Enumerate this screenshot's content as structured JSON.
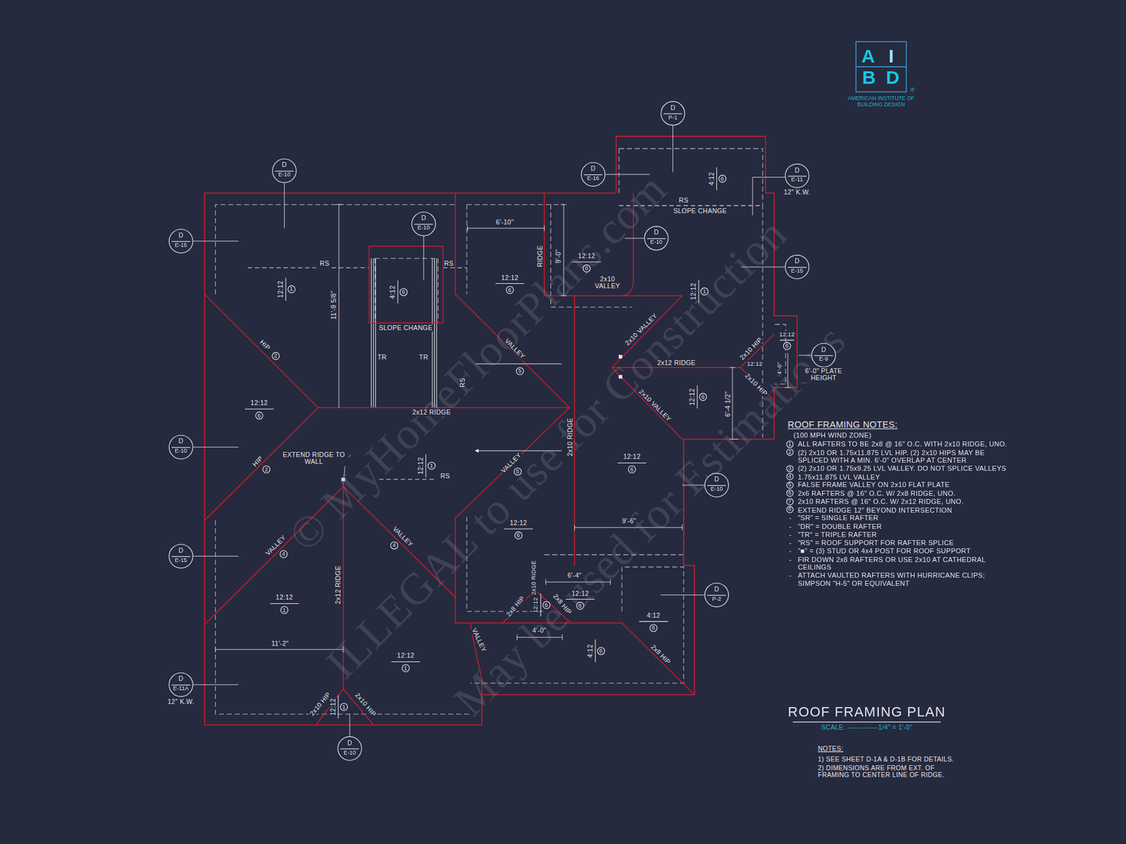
{
  "diagram": {
    "title": "ROOF FRAMING PLAN",
    "nodes": [
      {
        "text": [
          "D",
          "E-10"
        ]
      },
      {
        "text": [
          "D",
          "E-15"
        ]
      },
      {
        "text": [
          "D",
          "E-10"
        ]
      },
      {
        "text": [
          "D",
          "P-1"
        ]
      },
      {
        "text": [
          "D",
          "E-16"
        ]
      },
      {
        "text": [
          "D",
          "E-11"
        ]
      },
      {
        "text": [
          "D",
          "E-10"
        ]
      },
      {
        "text": [
          "D",
          "E-15"
        ]
      },
      {
        "text": [
          "D",
          "E-9"
        ]
      },
      {
        "text": [
          "D",
          "E-10"
        ]
      },
      {
        "text": [
          "D",
          "E-10"
        ]
      },
      {
        "text": [
          "D",
          "E-15"
        ]
      },
      {
        "text": [
          "D",
          "P-2"
        ]
      },
      {
        "text": [
          "D",
          "E-11A"
        ]
      },
      {
        "text": [
          "D",
          "E-10"
        ]
      },
      {
        "text": [
          "A",
          "I",
          "B",
          "D",
          "AMERICAN INSTITUTE OF BUILDING DESIGN"
        ]
      }
    ],
    "labels": [
      "RS",
      "RS",
      "12:12",
      "1",
      "4:12",
      "6",
      "SLOPE CHANGE",
      "TR",
      "TR",
      "11'-9 5/8\"",
      "HIP",
      "2",
      "12:12",
      "6",
      "2x12 RIDGE",
      "RS",
      "HIP",
      "2",
      "EXTEND RIDGE TO WALL",
      "12:12",
      "1",
      "RS",
      "VALLEY",
      "4",
      "VALLEY",
      "4",
      "2x12 RIDGE",
      "12:12",
      "1",
      "11'-2\"",
      "12:12",
      "1",
      "2x10 HIP",
      "12:12",
      "1",
      "2x10 HIP",
      "6'-10\"",
      "RIDGE",
      "9'-0\"",
      "12:12",
      "6",
      "12:12",
      "6",
      "2x10 VALLEY",
      "VALLEY",
      "5",
      "VALLEY",
      "5",
      "2x10 RIDGE",
      "12:12",
      "6",
      "4:12",
      "6",
      "RS",
      "SLOPE CHANGE",
      "12:12",
      "1",
      "2x10 VALLEY",
      "2x12 RIDGE",
      "2x10 VALLEY",
      "12:12",
      "6",
      "6'-4 1/2\"",
      "2x10 HIP",
      "2x10 HIP",
      "12:12",
      "4'-0\"",
      "12:12",
      "6",
      "6'-0\" PLATE HEIGHT",
      "12\" K.W.",
      "12:12",
      "6",
      "9'-6\"",
      "2x10 RIDGE",
      "6'-4\"",
      "12:12",
      "6",
      "12:12",
      "6",
      "2x8 HIP",
      "2x8 HIP",
      "4'-0\"",
      "VALLEY",
      "4:12",
      "6",
      "4:12",
      "6",
      "2x8 HIP",
      "12\" K.W.",
      "ROOF FRAMING NOTES:",
      "(100 MPH WIND ZONE)",
      "1",
      "ALL RAFTERS TO BE 2x8 @ 16\" O.C. WITH 2x10 RIDGE, UNO.",
      "2",
      "(2) 2x10 OR 1.75x11.875 LVL HIP. (2) 2x10 HIPS MAY BE SPLICED WITH A MIN. 6'-0\" OVERLAP AT CENTER",
      "3",
      "(2) 2x10 OR 1.75x9.25 LVL VALLEY. DO NOT SPLICE VALLEYS",
      "4",
      "1.75x11.875 LVL VALLEY",
      "5",
      "FALSE FRAME VALLEY ON 2x10 FLAT PLATE",
      "6",
      "2x6 RAFTERS @ 16\" O.C. W/ 2x8 RIDGE, UNO.",
      "7",
      "2x10 RAFTERS @ 16\" O.C. W/ 2x12 RIDGE, UNO.",
      "8",
      "EXTEND RIDGE 12\" BEYOND INTERSECTION",
      "-",
      "\"SR\" = SINGLE RAFTER",
      "-",
      "\"DR\" = DOUBLE RAFTER",
      "-",
      "\"TR\" = TRIPLE RAFTER",
      "-",
      "\"RS\" = ROOF SUPPORT FOR RAFTER SPLICE",
      "-",
      "\"■\" = (3) STUD OR 4x4 POST FOR ROOF SUPPORT",
      "-",
      "FIR DOWN 2x8 RAFTERS OR USE 2x10 AT CATHEDRAL CEILINGS",
      "-",
      "ATTACH VAULTED RAFTERS WITH HURRICANE CLIPS; SIMPSON \"H-5\" OR EQUIVALENT",
      "SCALE: -------------1/4\" = 1'-0\"",
      "NOTES:",
      "1) SEE SHEET D-1A & D-1B FOR DETAILS.",
      "2) DIMENSIONS ARE FROM EXT. OF FRAMING TO CENTER LINE OF RIDGE.",
      "®",
      "© MyHomeFloorPlans.com",
      "ILLEGAL to use for Construction",
      "May be used for Estimations"
    ]
  }
}
